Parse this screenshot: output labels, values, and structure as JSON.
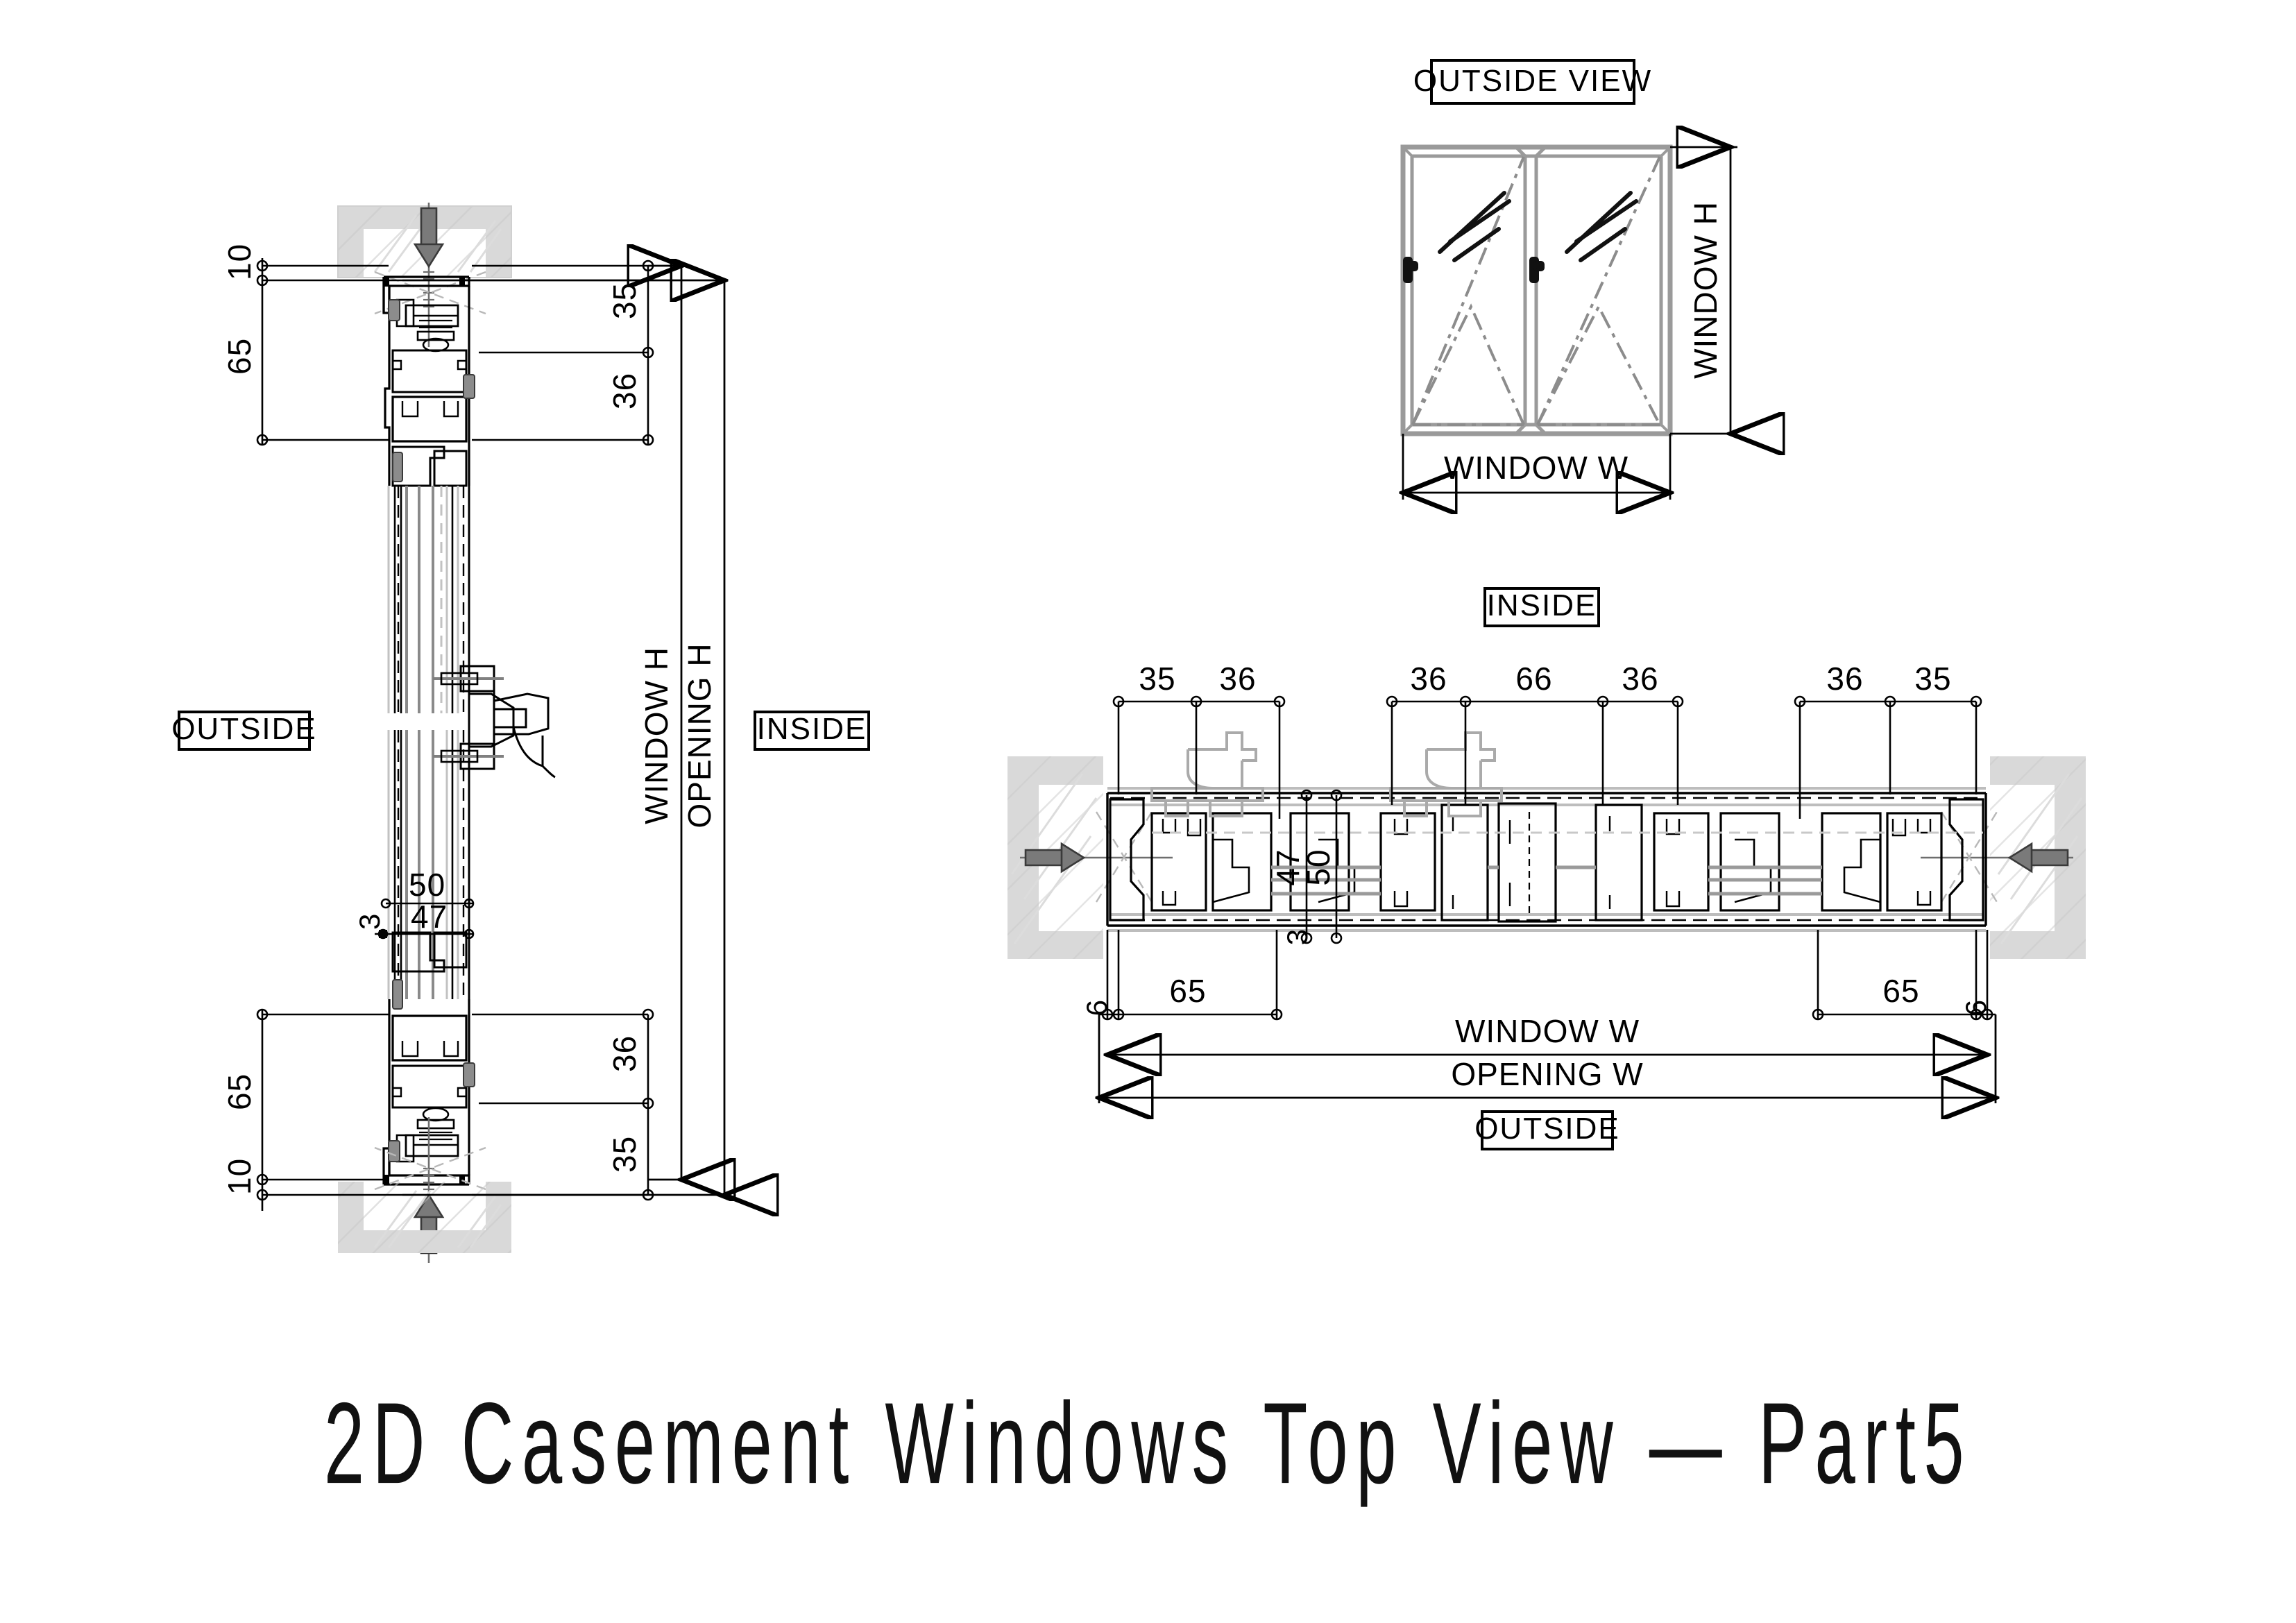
{
  "drawing": {
    "title": "2D Casement Windows Top View — Part5",
    "units": "mm",
    "line_color": "#000000",
    "wall_fill": "#d9d9d9",
    "gasket_gray": "#808080",
    "light_gray": "#b3b3b3"
  },
  "vertical_section": {
    "name": "vertical-section",
    "outside_label": "OUTSIDE",
    "inside_label": "INSIDE",
    "dims_left_top": [
      "10",
      "65"
    ],
    "dims_left_bottom": [
      "65",
      "10"
    ],
    "dims_right_top": [
      "35",
      "36"
    ],
    "dims_right_bottom": [
      "36",
      "35"
    ],
    "dims_center": [
      "50",
      "47",
      "3"
    ],
    "overall_dims": [
      "WINDOW  H",
      "OPENING  H"
    ]
  },
  "elevation": {
    "name": "outside-elevation",
    "title": "OUTSIDE  VIEW",
    "width_label": "WINDOW  W",
    "height_label": "WINDOW  H",
    "sash_count": 2,
    "opening_type": "tilt-turn"
  },
  "horizontal_section": {
    "name": "horizontal-section",
    "inside_label": "INSIDE",
    "outside_label": "OUTSIDE",
    "dims_top": [
      "35",
      "36",
      "36",
      "66",
      "36",
      "36",
      "35"
    ],
    "dims_bottom": [
      "6",
      "65",
      "65",
      "6"
    ],
    "dims_center": [
      "47",
      "50",
      "3"
    ],
    "overall_dims": [
      "WINDOW  W",
      "OPENING  W"
    ]
  }
}
